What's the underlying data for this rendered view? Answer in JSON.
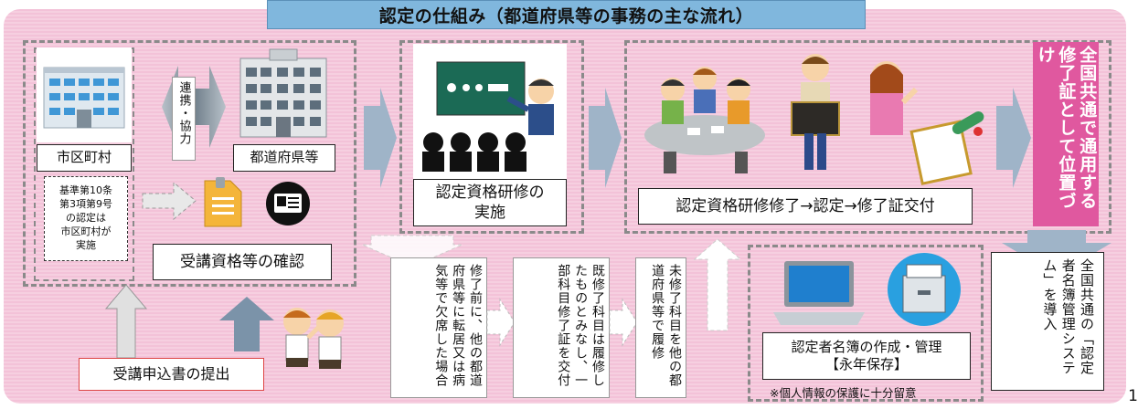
{
  "title": "認定の仕組み（都道府県等の事務の主な流れ）",
  "municipality": {
    "label": "市区町村",
    "standard_note": "基準第10条\n第3項第9号\nの認定は\n市区町村が\n実施"
  },
  "cooperation_label": "連携・協力",
  "prefecture": {
    "label": "都道府県等"
  },
  "eligibility_check": {
    "label": "受講資格等の確認"
  },
  "application": {
    "label": "受講申込書の提出"
  },
  "training": {
    "label": "認定資格研修の\n実施"
  },
  "completion": {
    "label": "認定資格研修修了→認定→修了証交付"
  },
  "nationwide_certificate": {
    "label": "全国共通で通用する修了証として位置づけ"
  },
  "registry": {
    "label": "認定者名簿の作成・管理\n【永年保存】",
    "note": "※個人情報の保護に十分留意"
  },
  "national_system": {
    "label": "全国共通の「認定者名簿管理システム」を導入"
  },
  "cases": {
    "moved_or_absent": "修了前に、他の都道府県等に転居又は病気等で欠席した場合",
    "partial_certificate": "既修了科目は履修したものとみなし、一部科目修了証を交付",
    "remaining_subjects": "未修了科目を他の都道府県等で履修"
  },
  "page_number": "1",
  "colors": {
    "panel": "#f4c6da",
    "title_bar": "#80b7dd",
    "magenta": "#e0589f",
    "arrow": "#9fb4c8"
  }
}
